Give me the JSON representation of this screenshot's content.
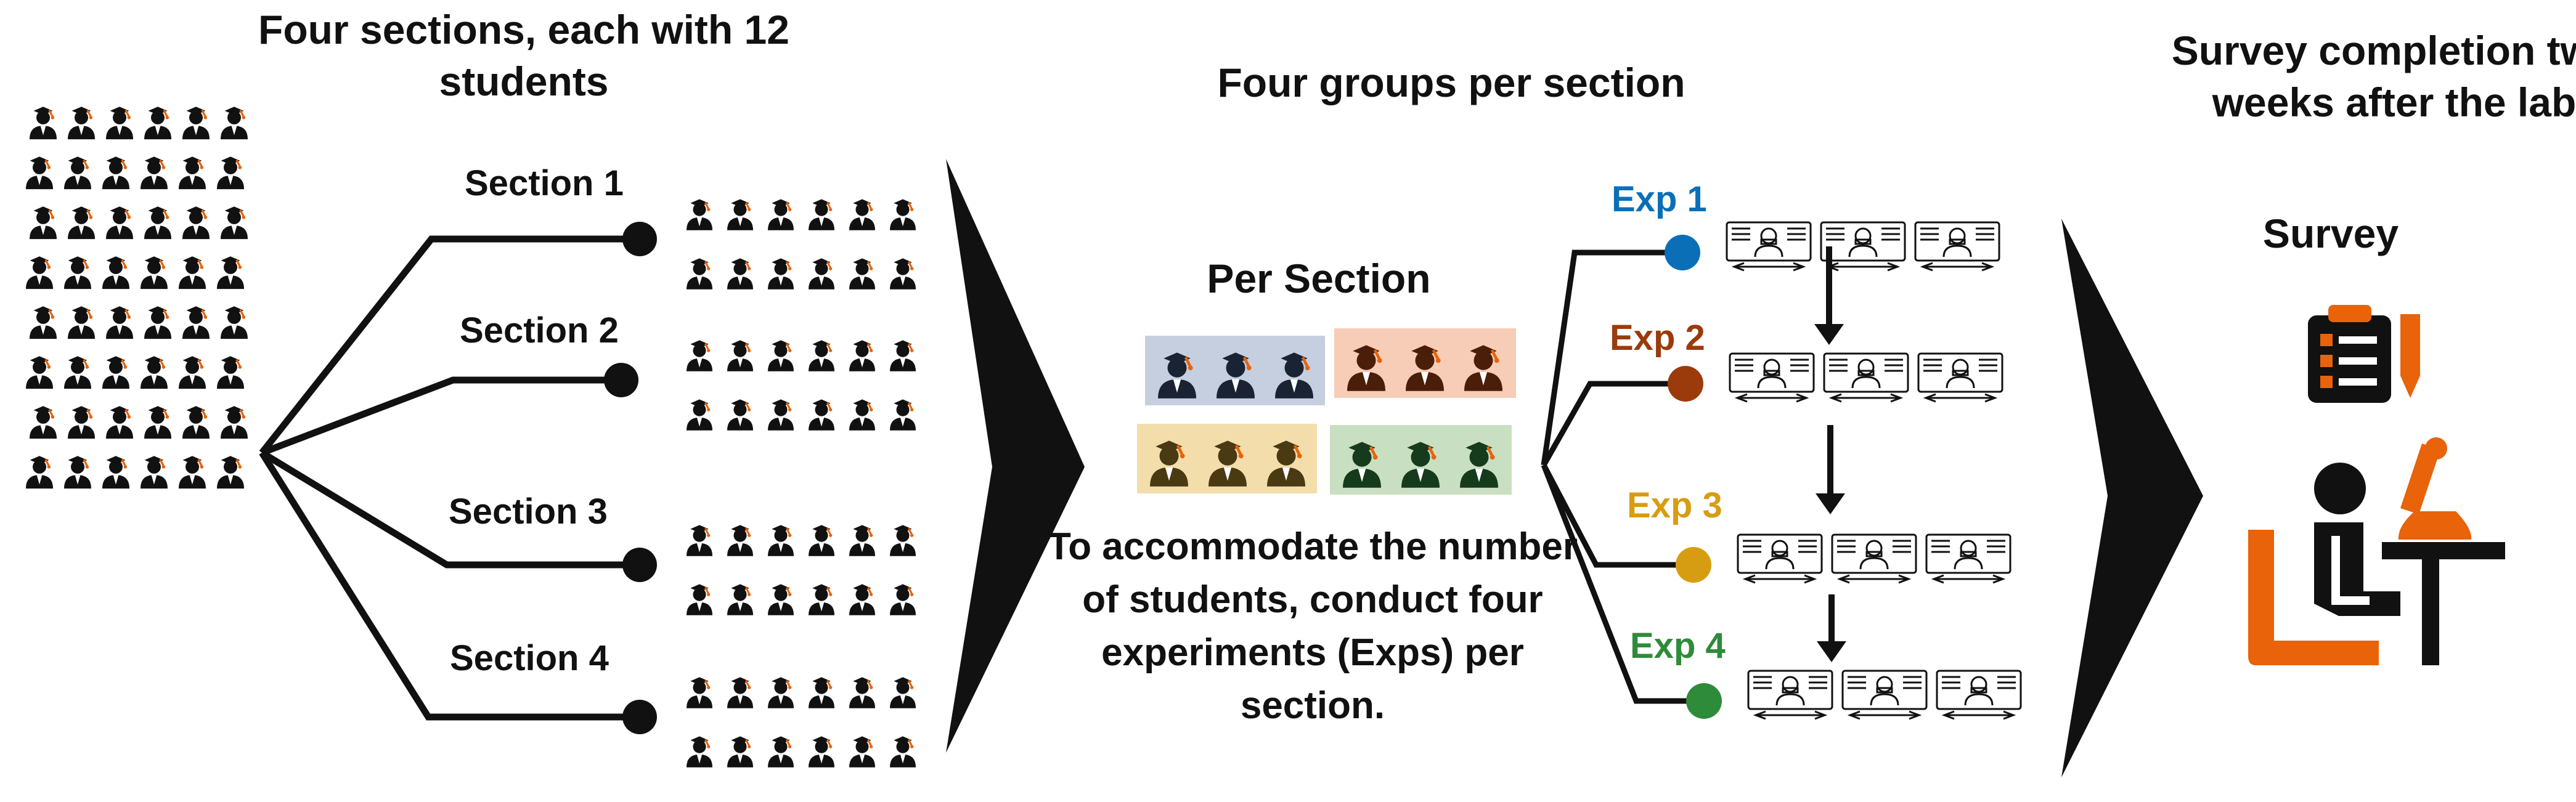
{
  "headings": {
    "sections": "Four sections, each with 12 students",
    "groups": "Four groups per section",
    "survey_completion": "Survey completion two weeks after the lab"
  },
  "sections": [
    {
      "label": "Section 1"
    },
    {
      "label": "Section 2"
    },
    {
      "label": "Section 3"
    },
    {
      "label": "Section 4"
    }
  ],
  "per_section": {
    "title": "Per Section",
    "note": "To accommodate the number of students, conduct four experiments (Exps) per section.",
    "group_colors": [
      "#c5cfdf",
      "#f7cdb7",
      "#f3ddab",
      "#c9dfc1"
    ]
  },
  "experiments": [
    {
      "label": "Exp 1",
      "color": "#0b6fb8"
    },
    {
      "label": "Exp 2",
      "color": "#9b3b0c"
    },
    {
      "label": "Exp 3",
      "color": "#d79d12"
    },
    {
      "label": "Exp 4",
      "color": "#2e8b3a"
    }
  ],
  "survey": {
    "label": "Survey",
    "accent_color": "#e8630a",
    "icons": [
      "clipboard-checklist-icon",
      "student-at-microscope-icon"
    ]
  },
  "colors": {
    "student_accent": "#e8630a",
    "ink": "#111111"
  }
}
